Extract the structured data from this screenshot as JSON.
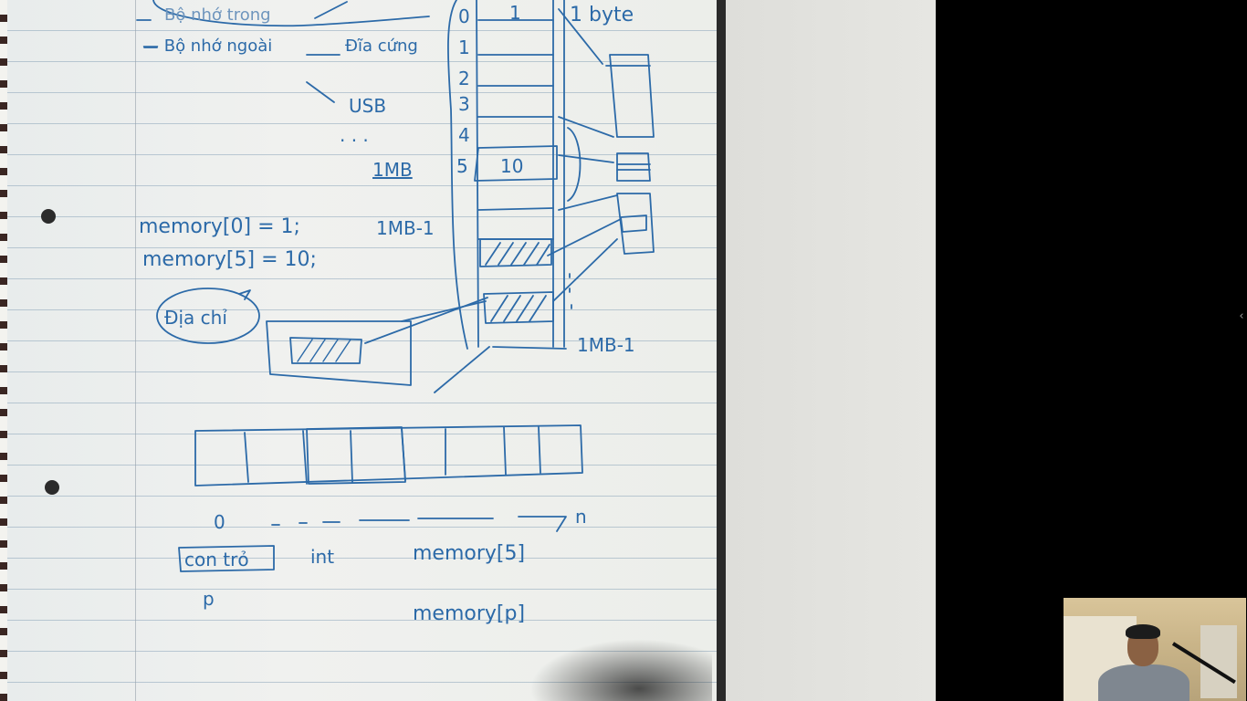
{
  "notes": {
    "top_cut": "Bộ nhớ trong",
    "external_memory": "— Bộ nhớ ngoài",
    "hard_disk": "Đĩa cứng",
    "usb": "USB",
    "dots": ". . .",
    "one_byte": "1 byte",
    "one_mb": "1MB",
    "cell_value_10": "10",
    "cell_value_1": "1",
    "row_labels": [
      "0",
      "1",
      "2",
      "3",
      "4",
      "5"
    ],
    "code_line_1": "memory[0] = 1;",
    "code_line_1_tail": "1MB-1",
    "code_line_2": "memory[5] = 10;",
    "address_label": "Địa chỉ",
    "end_label": "1MB-1",
    "axis_zero": "0",
    "axis_n": "n",
    "pointer_label": "con trỏ",
    "int_label": "int",
    "memory_5": "memory[5]",
    "p_label": "p",
    "memory_p": "memory[p]"
  },
  "ui": {
    "collapse_arrow": "‹"
  }
}
